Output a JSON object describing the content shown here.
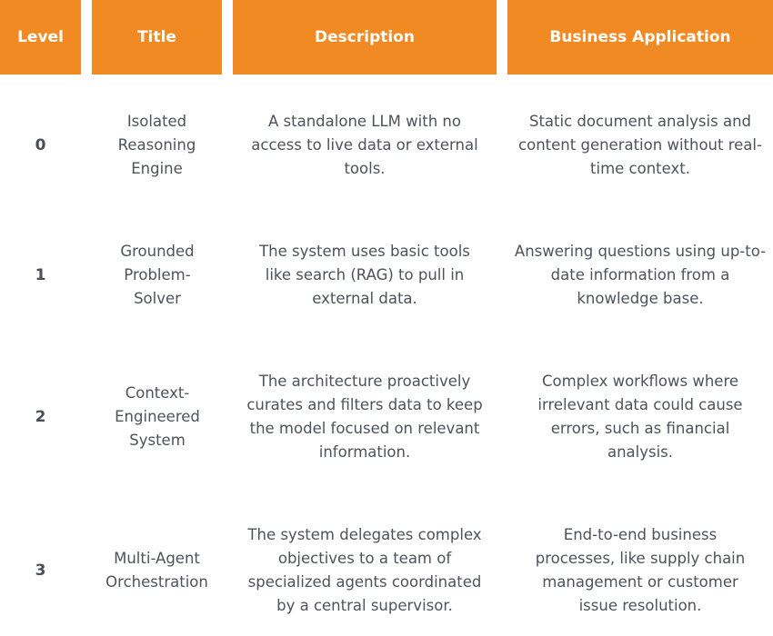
{
  "headers": {
    "level": "Level",
    "title": "Title",
    "description": "Description",
    "business_application": "Business Application"
  },
  "rows": [
    {
      "level": "0",
      "title": "Isolated Reasoning Engine",
      "description": "A standalone LLM with no access to live data or external tools.",
      "business_application": "Static document analysis and content generation without real-time context."
    },
    {
      "level": "1",
      "title": "Grounded Problem-Solver",
      "description": "The system uses basic tools like search (RAG) to pull in external data.",
      "business_application": "Answering questions using up-to-date information from a knowledge base."
    },
    {
      "level": "2",
      "title": "Context-Engineered System",
      "description": "The architecture proactively curates and filters data to keep the model focused on relevant information.",
      "business_application": "Complex workflows where irrelevant data could cause errors, such as financial analysis."
    },
    {
      "level": "3",
      "title": "Multi-Agent Orchestration",
      "description": "The system delegates complex objectives to a team of specialized agents coordinated by a central supervisor.",
      "business_application": "End-to-end business processes, like supply chain management or customer issue resolution."
    }
  ],
  "colors": {
    "header_background": "#f28a24",
    "header_text": "#ffffff",
    "body_text": "#4e535b"
  }
}
